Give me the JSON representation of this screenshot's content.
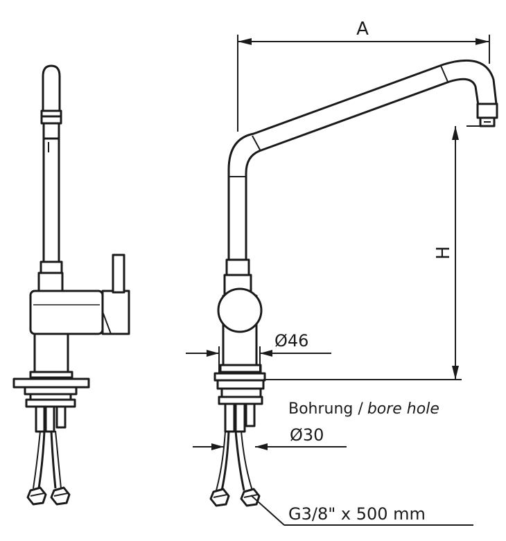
{
  "drawing": {
    "dimension_a": "A",
    "dimension_h": "H",
    "diameter_body": "Ø46",
    "bore_label_de": "Bohrung",
    "bore_separator": " /",
    "bore_label_en": "bore hole",
    "diameter_bore": "Ø30",
    "hose_spec": "G3/8\" x 500 mm"
  }
}
